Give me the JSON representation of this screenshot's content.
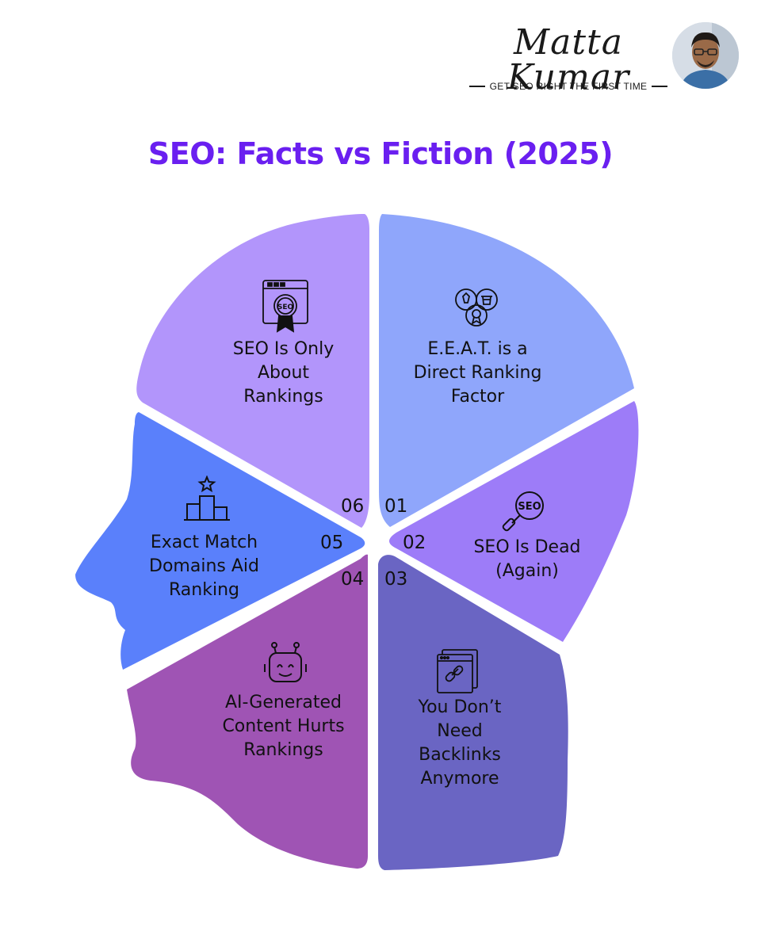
{
  "brand": {
    "name": "Matta Kumar",
    "tagline": "GET SEO RIGHT THE FIRST TIME"
  },
  "title": "SEO: Facts vs Fiction (2025)",
  "segments": [
    {
      "number": "01",
      "label": "E.E.A.T. is a\nDirect Ranking\nFactor",
      "icon": "badge-cluster-icon",
      "color": "#8fa6fb"
    },
    {
      "number": "02",
      "label": "SEO Is Dead\n(Again)",
      "icon": "seo-magnifier-icon",
      "color": "#9d7cf8"
    },
    {
      "number": "03",
      "label": "You Don’t\nNeed\nBacklinks\nAnymore",
      "icon": "link-browser-icon",
      "color": "#6a65c3"
    },
    {
      "number": "04",
      "label": "AI-Generated\nContent Hurts\nRankings",
      "icon": "robot-icon",
      "color": "#9f54b4"
    },
    {
      "number": "05",
      "label": "Exact Match\nDomains Aid\nRanking",
      "icon": "podium-star-icon",
      "color": "#5a80fb"
    },
    {
      "number": "06",
      "label": "SEO Is Only\nAbout\nRankings",
      "icon": "seo-certificate-icon",
      "color": "#b295fb"
    }
  ],
  "icons": {
    "seo_badge_text": "SEO"
  }
}
